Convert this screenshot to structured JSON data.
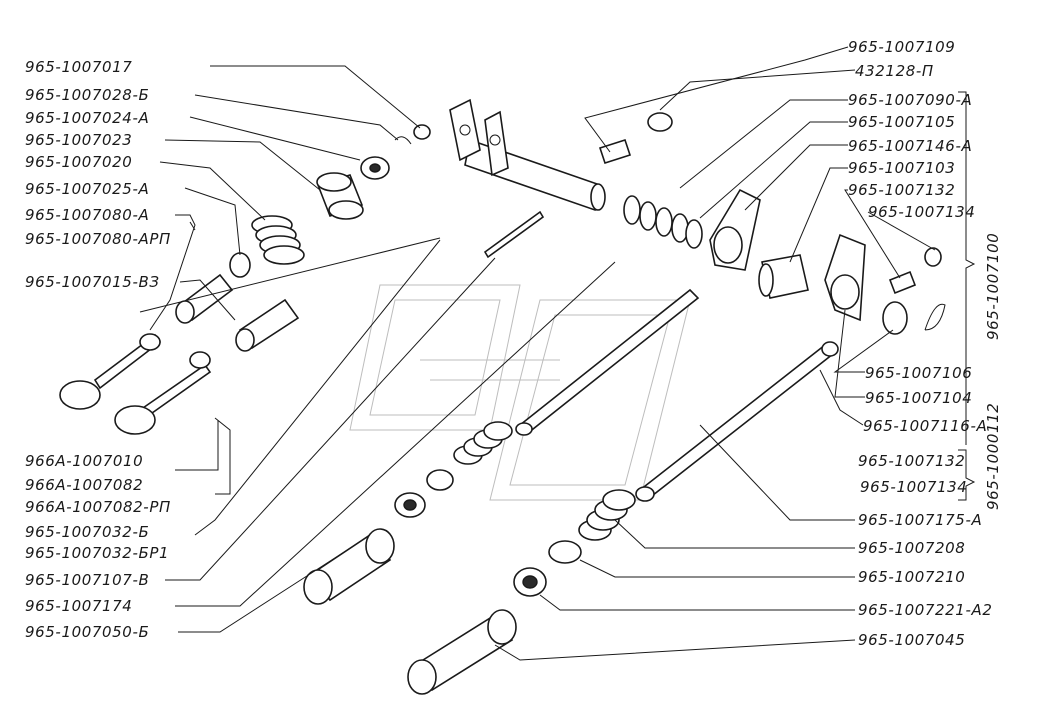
{
  "labels_left": [
    "965-1007017",
    "965-1007028-Б",
    "965-1007024-А",
    "965-1007023",
    "965-1007020",
    "965-1007025-А",
    "965-1007080-А",
    "965-1007080-АРП",
    "965-1007015-ВЗ"
  ],
  "labels_left_bottom": [
    "966А-1007010",
    "966А-1007082",
    "966А-1007082-РП",
    "965-1007032-Б",
    "965-1007032-БР1",
    "965-1007107-В",
    "965-1007174",
    "965-1007050-Б"
  ],
  "labels_right_top": [
    "965-1007109",
    "432128-П",
    "965-1007090-А",
    "965-1007105",
    "965-1007146-А",
    "965-1007103",
    "965-1007132",
    "965-1007134"
  ],
  "labels_right_mid": [
    "965-1007106",
    "965-1007104",
    "965-1007116-А",
    "965-1007132",
    "965-1007134"
  ],
  "labels_right_bottom": [
    "965-1007175-А",
    "965-1007208",
    "965-1007210",
    "965-1007221-А2",
    "965-1007045"
  ],
  "group_labels": {
    "assembly_top": "965-1007100",
    "assembly_bottom": "965-1000112"
  }
}
